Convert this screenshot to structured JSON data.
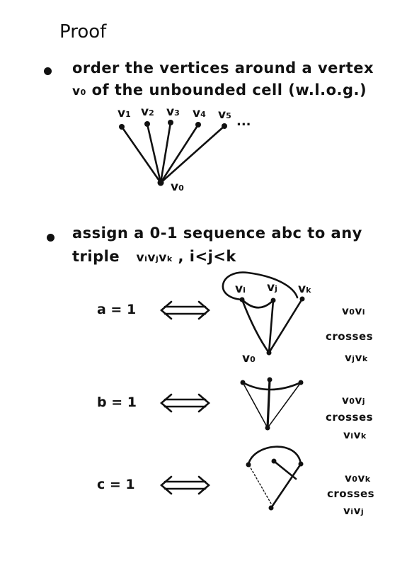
{
  "title": "Proof",
  "bullet1": {
    "line1": "order the vertices around a vertex",
    "v0": "v",
    "v0_sub": "0",
    "line2_rest": "of the unbounded cell (w.l.o.g.)"
  },
  "fan": {
    "labels": [
      {
        "v": "v",
        "s": "1"
      },
      {
        "v": "v",
        "s": "2"
      },
      {
        "v": "v",
        "s": "3"
      },
      {
        "v": "v",
        "s": "4"
      },
      {
        "v": "v",
        "s": "5"
      }
    ],
    "ellipsis": "...",
    "bottom": {
      "v": "v",
      "s": "0"
    }
  },
  "bullet2": {
    "line1": "assign a 0-1 sequence abc to any",
    "line2_word": "triple",
    "triple": [
      "i",
      "j",
      "k"
    ],
    "cond": ", i<j<k"
  },
  "rows": [
    {
      "eq": "a = 1",
      "labels": {
        "vi": "i",
        "vj": "j",
        "vk": "k",
        "v0": "0"
      },
      "cap_top": [
        "0",
        "i"
      ],
      "cap_mid": "crosses",
      "cap_bot": [
        "j",
        "k"
      ]
    },
    {
      "eq": "b = 1",
      "cap_top": [
        "0",
        "j"
      ],
      "cap_mid": "crosses",
      "cap_bot": [
        "i",
        "k"
      ]
    },
    {
      "eq": "c = 1",
      "cap_top": [
        "0",
        "k"
      ],
      "cap_mid": "crosses",
      "cap_bot": [
        "i",
        "j"
      ]
    }
  ]
}
